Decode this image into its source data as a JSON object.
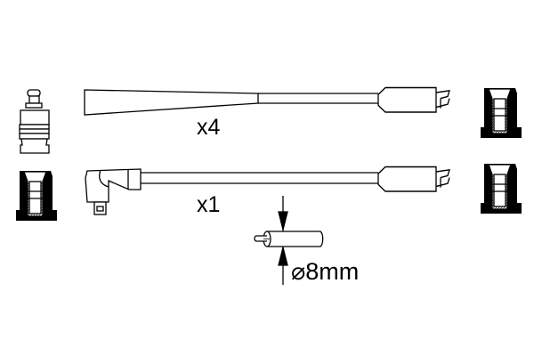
{
  "labels": {
    "ignition_cable_quantity": "x4",
    "coil_cable_quantity": "x1",
    "diameter": "⌀8mm"
  },
  "colors": {
    "line": "#000000",
    "background": "#ffffff"
  }
}
